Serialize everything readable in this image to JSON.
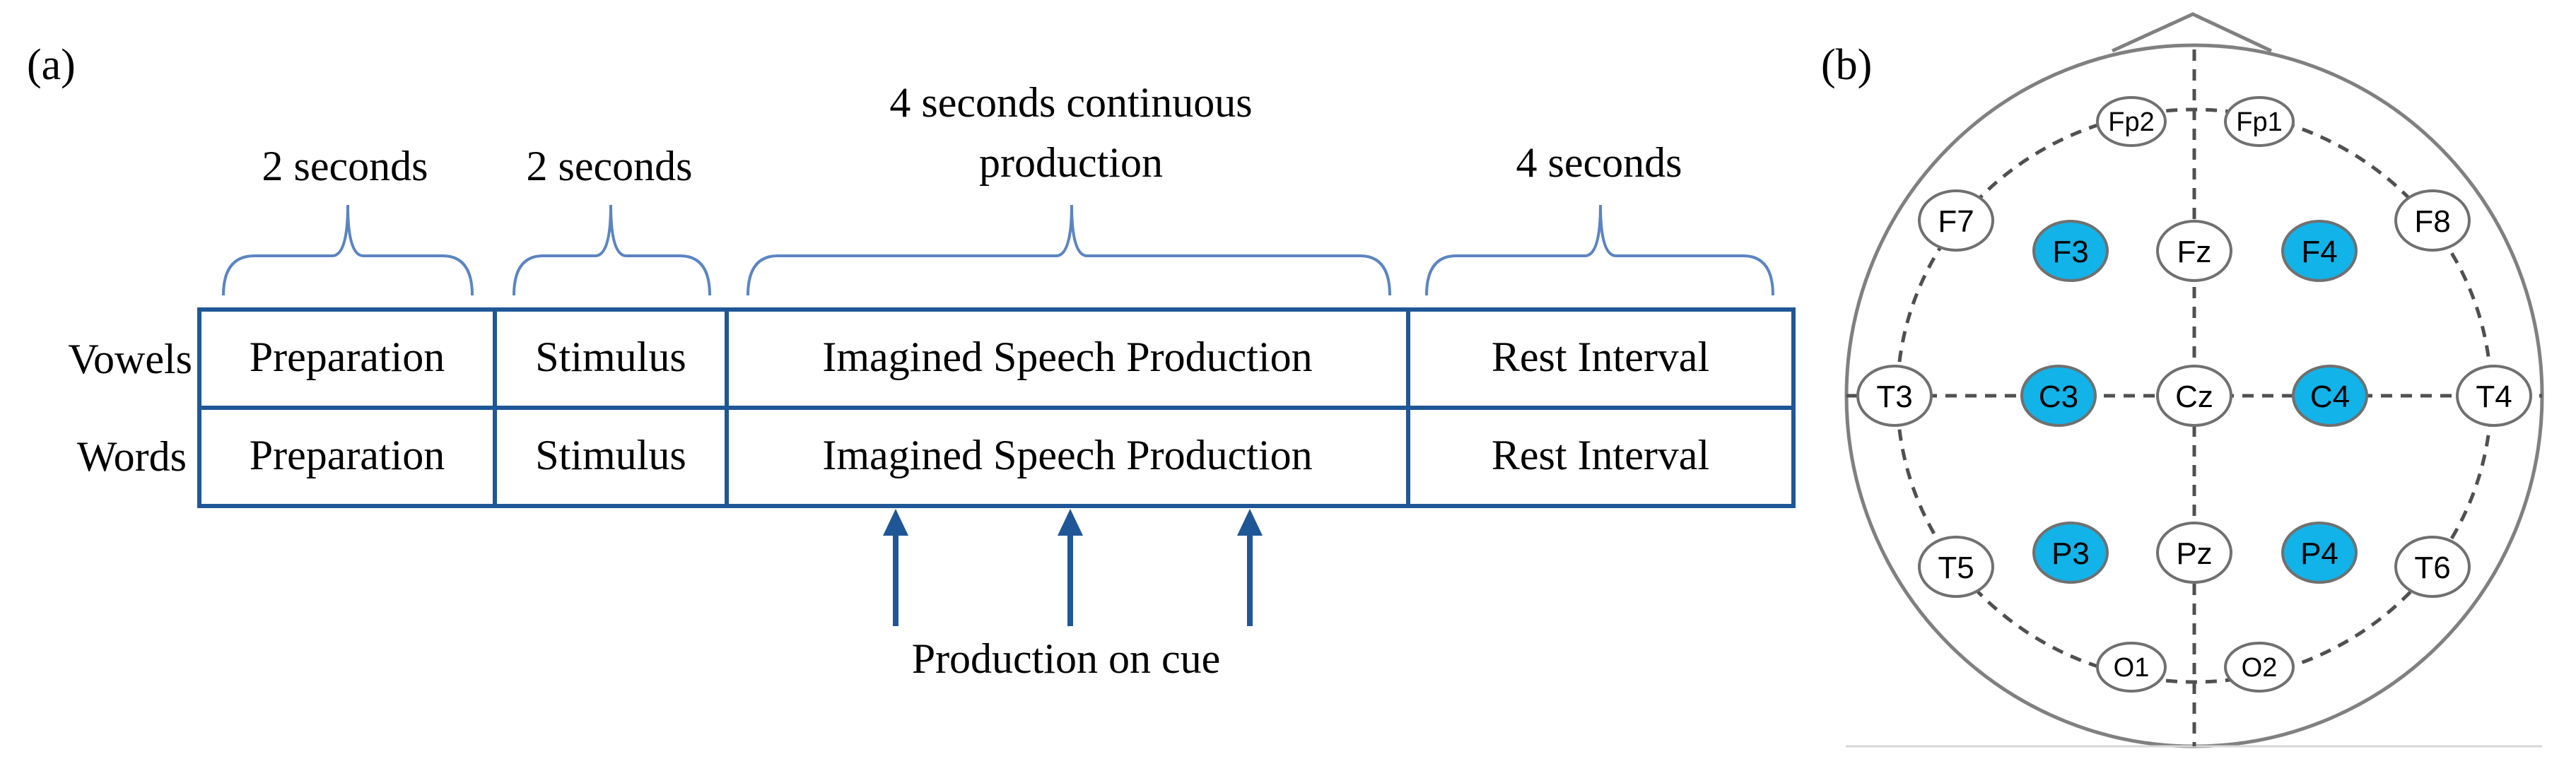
{
  "panel_a": {
    "label": "(a)",
    "durations": {
      "preparation": "2 seconds",
      "stimulus": "2 seconds",
      "production_line1": "4 seconds continuous",
      "production_line2": "production",
      "rest": "4 seconds"
    },
    "rows": [
      {
        "label": "Vowels",
        "cells": [
          "Preparation",
          "Stimulus",
          "Imagined Speech Production",
          "Rest Interval"
        ]
      },
      {
        "label": "Words",
        "cells": [
          "Preparation",
          "Stimulus",
          "Imagined Speech Production",
          "Rest Interval"
        ]
      }
    ],
    "cue_label": "Production on cue",
    "colors": {
      "box_border": "#1f5796",
      "brace": "#5b84c2",
      "arrow": "#1f5796",
      "text": "#000000"
    }
  },
  "panel_b": {
    "label": "(b)",
    "electrodes": [
      "Fp2",
      "Fp1",
      "F7",
      "F3",
      "Fz",
      "F4",
      "F8",
      "T3",
      "C3",
      "Cz",
      "C4",
      "T4",
      "T5",
      "P3",
      "Pz",
      "P4",
      "T6",
      "O1",
      "O2"
    ],
    "highlighted": [
      "F3",
      "F4",
      "C3",
      "C4",
      "P3",
      "P4"
    ],
    "colors": {
      "highlight_fill": "#12b3e8",
      "plain_fill": "#ffffff",
      "electrode_border": "#707070",
      "head_outline": "#808080",
      "dashed": "#505050"
    }
  }
}
